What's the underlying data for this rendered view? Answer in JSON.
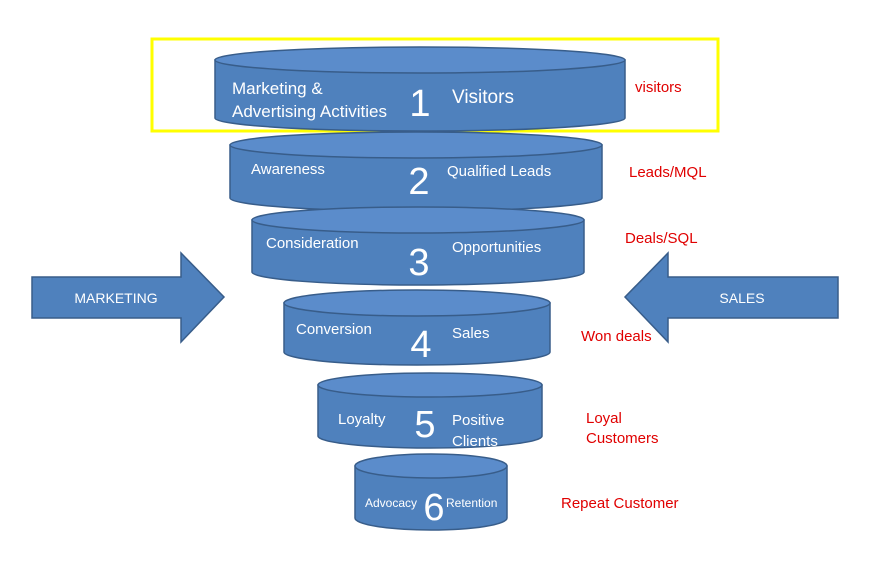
{
  "stages": [
    {
      "number": "1",
      "left_line1": "Marketing &",
      "left_line2": "Advertising Activities",
      "right_line1": "Visitors",
      "right_line2": "",
      "note_line1": "visitors",
      "note_line2": "",
      "highlighted": true
    },
    {
      "number": "2",
      "left_line1": "Awareness",
      "left_line2": "",
      "right_line1": "Qualified Leads",
      "right_line2": "",
      "note_line1": "Leads/MQL",
      "note_line2": "",
      "highlighted": false
    },
    {
      "number": "3",
      "left_line1": "Consideration",
      "left_line2": "",
      "right_line1": "Opportunities",
      "right_line2": "",
      "note_line1": "Deals/SQL",
      "note_line2": "",
      "highlighted": false
    },
    {
      "number": "4",
      "left_line1": "Conversion",
      "left_line2": "",
      "right_line1": "Sales",
      "right_line2": "",
      "note_line1": "Won deals",
      "note_line2": "",
      "highlighted": false
    },
    {
      "number": "5",
      "left_line1": "Loyalty",
      "left_line2": "",
      "right_line1": "Positive",
      "right_line2": "Clients",
      "note_line1": "Loyal",
      "note_line2": "Customers",
      "highlighted": false
    },
    {
      "number": "6",
      "left_line1": "Advocacy",
      "left_line2": "",
      "right_line1": "Retention",
      "right_line2": "",
      "note_line1": "Repeat Customer",
      "note_line2": "",
      "highlighted": false
    }
  ],
  "arrows": {
    "left_label": "MARKETING",
    "right_label": "SALES"
  },
  "colors": {
    "cylinder_fill": "#4f81bd",
    "cylinder_top": "#5b8ccb",
    "cylinder_edge": "#385d8a",
    "note_text": "#e00000",
    "highlight": "#ffff00"
  }
}
